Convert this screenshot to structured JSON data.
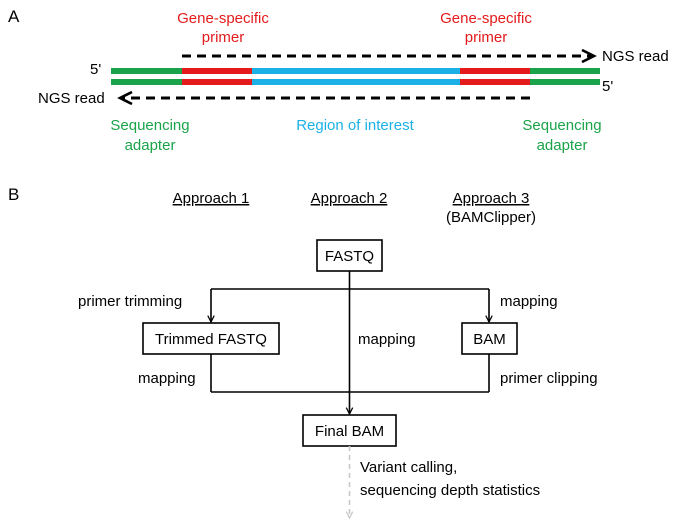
{
  "panel_a": {
    "label": "A",
    "five_prime_top": "5'",
    "five_prime_bottom": "5'",
    "primer_left_line1": "Gene-specific",
    "primer_left_line2": "primer",
    "primer_right_line1": "Gene-specific",
    "primer_right_line2": "primer",
    "ngs_read_top": "NGS read",
    "ngs_read_bottom": "NGS read",
    "adapter_left_line1": "Sequencing",
    "adapter_left_line2": "adapter",
    "region": "Region of interest",
    "adapter_right_line1": "Sequencing",
    "adapter_right_line2": "adapter"
  },
  "panel_b": {
    "label": "B",
    "approach1": "Approach 1",
    "approach2": "Approach 2",
    "approach3": "Approach 3",
    "approach3_sub": "(BAMClipper)",
    "fastq": "FASTQ",
    "trimmed_fastq": "Trimmed FASTQ",
    "bam": "BAM",
    "final_bam": "Final BAM",
    "primer_trimming": "primer trimming",
    "mapping_left": "mapping",
    "mapping_center": "mapping",
    "mapping_right": "mapping",
    "primer_clipping": "primer clipping",
    "variant_line1": "Variant calling,",
    "variant_line2": "sequencing depth statistics"
  },
  "colors": {
    "adapter": "#1aa34a",
    "primer": "#e41a1c",
    "region": "#1cb1e6"
  }
}
